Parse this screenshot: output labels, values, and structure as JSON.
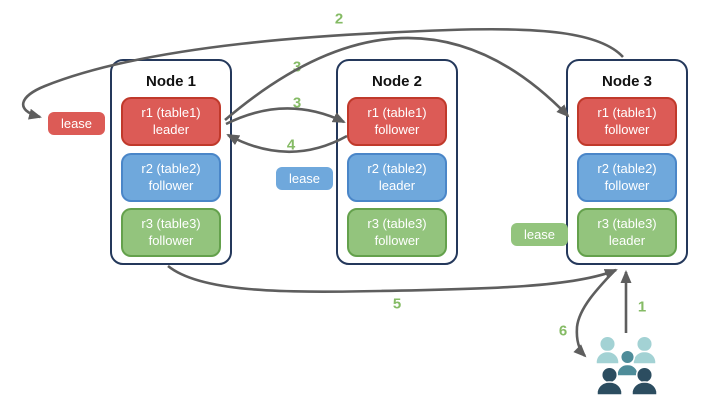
{
  "nodes": [
    {
      "name": "Node 1",
      "replicas": [
        {
          "range": "r1 (table1)",
          "role": "leader",
          "color": "#DC5B56"
        },
        {
          "range": "r2 (table2)",
          "role": "follower",
          "color": "#6FA8DC"
        },
        {
          "range": "r3 (table3)",
          "role": "follower",
          "color": "#93C47D"
        }
      ]
    },
    {
      "name": "Node 2",
      "replicas": [
        {
          "range": "r1 (table1)",
          "role": "follower",
          "color": "#DC5B56"
        },
        {
          "range": "r2 (table2)",
          "role": "leader",
          "color": "#6FA8DC"
        },
        {
          "range": "r3 (table3)",
          "role": "follower",
          "color": "#93C47D"
        }
      ]
    },
    {
      "name": "Node 3",
      "replicas": [
        {
          "range": "r1 (table1)",
          "role": "follower",
          "color": "#DC5B56"
        },
        {
          "range": "r2 (table2)",
          "role": "follower",
          "color": "#6FA8DC"
        },
        {
          "range": "r3 (table3)",
          "role": "leader",
          "color": "#93C47D"
        }
      ]
    }
  ],
  "leases": [
    {
      "label": "lease",
      "color": "#DC5B56"
    },
    {
      "label": "lease",
      "color": "#6FA8DC"
    },
    {
      "label": "lease",
      "color": "#93C47D"
    }
  ],
  "steps": {
    "s1": "1",
    "s2": "2",
    "s3a": "3",
    "s3b": "3",
    "s4": "4",
    "s5": "5",
    "s6": "6"
  },
  "colors": {
    "node_border": "#24385B",
    "arrow": "#5E5E5E",
    "step_label": "#85BB65",
    "users_light": "#A3D2D4",
    "users_mid": "#4E8C99",
    "users_dark": "#2C4D60"
  }
}
